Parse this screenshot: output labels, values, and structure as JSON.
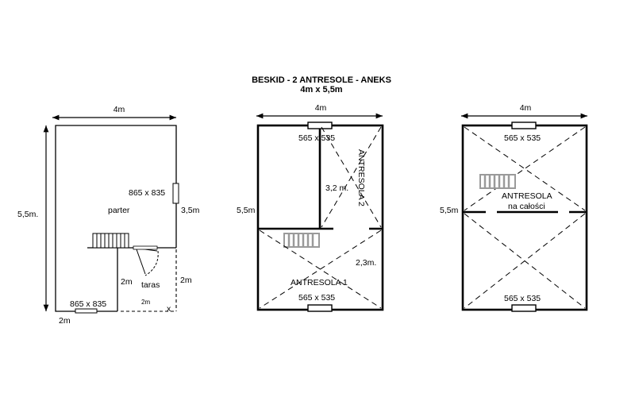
{
  "header": {
    "title": "BESKID - 2 ANTRESOLE  - ANEKS",
    "subtitle": "4m x 5,5m"
  },
  "plan_ground": {
    "width_label": "4m",
    "height_label": "5,5m.",
    "window_side": "865 x 835",
    "side_segment": "3,5m",
    "room_label": "parter",
    "porch_depth_left": "2m",
    "porch_depth_right": "2m",
    "porch_label": "taras",
    "porch_width": "2m",
    "window_bottom": "865 x 835",
    "bottom_segment": "2m"
  },
  "plan_loft_two": {
    "width_label": "4m",
    "height_label": "5,5m",
    "window_top": "565 x 535",
    "height_upper": "3,2 m.",
    "loft_upper": "ANTRESOLA  2",
    "height_lower": "2,3m.",
    "loft_lower": "ANTRESOLA 1",
    "window_bottom": "565 x 535"
  },
  "plan_loft_full": {
    "width_label": "4m",
    "height_label": "5,5m",
    "window_top": "565 x 535",
    "loft_label": "ANTRESOLA",
    "loft_sublabel": "na całości",
    "window_bottom": "565 x 535"
  }
}
